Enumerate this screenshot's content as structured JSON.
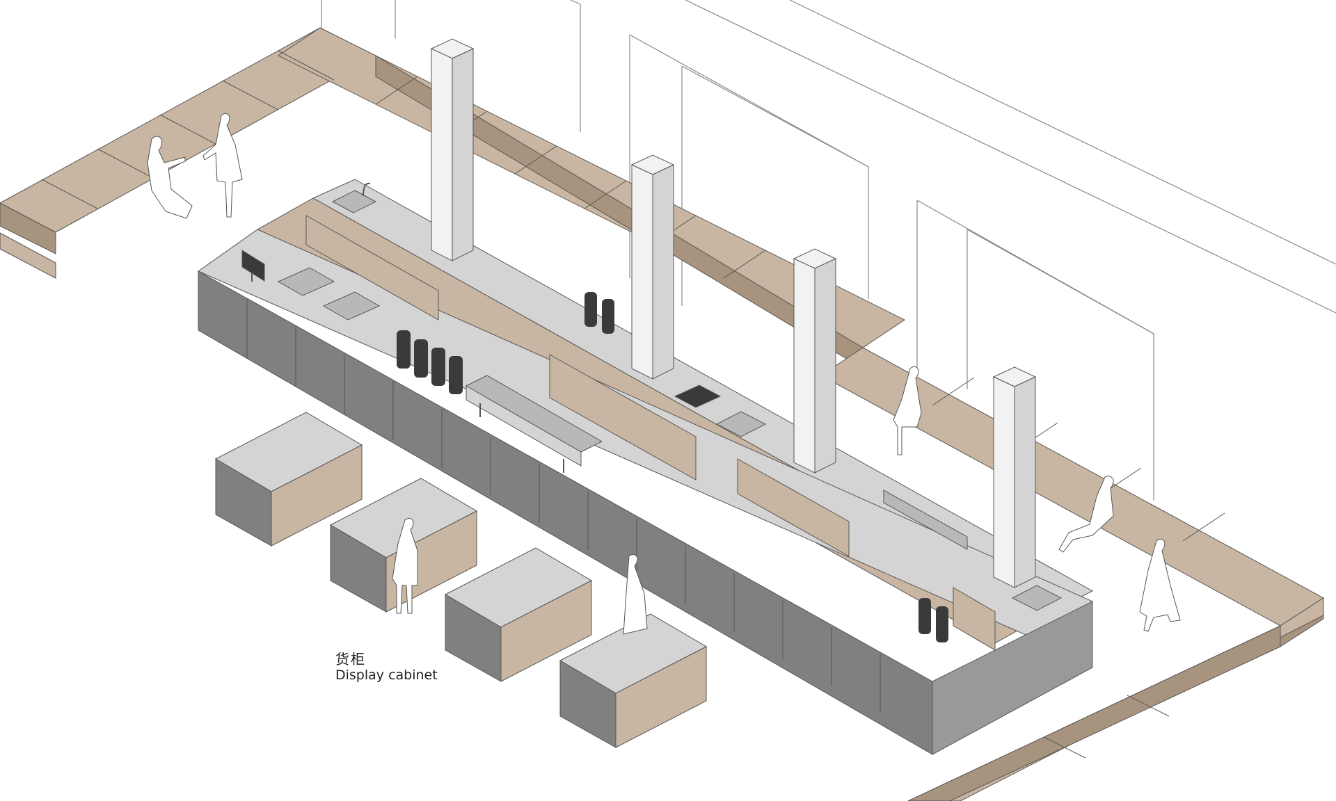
{
  "annotation": {
    "label_zh": "货柜",
    "label_en": "Display cabinet"
  },
  "palette": {
    "wood": "#c9b6a2",
    "wood_dark": "#a8937e",
    "counter_front": "#808080",
    "counter_side": "#999999",
    "counter_top": "#d4d4d4",
    "steel": "#b8b8b8",
    "pillar": "#f2f2f2",
    "line": "#555555",
    "wall_line": "#888888",
    "equipment": "#3a3a3a",
    "figure_fill": "#ffffff"
  },
  "icons": [
    "person-figure",
    "coffee-grinder",
    "espresso-machine",
    "sink",
    "pos-terminal",
    "beer-tap",
    "pillar"
  ]
}
